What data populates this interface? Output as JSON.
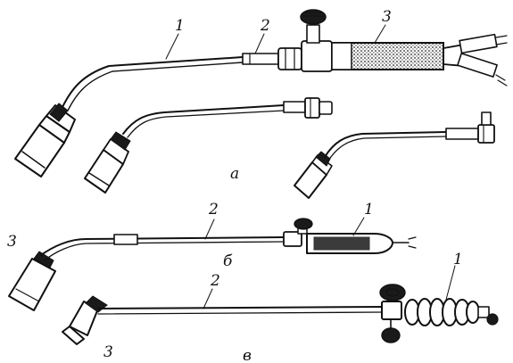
{
  "figure": {
    "top_group": {
      "labels": [
        "1",
        "2",
        "3"
      ],
      "caption": "а"
    },
    "middle_group": {
      "labels": [
        "2",
        "1",
        "3"
      ],
      "caption": "б"
    },
    "bottom_group": {
      "labels": [
        "1",
        "2",
        "3"
      ],
      "caption": "в"
    }
  },
  "colors": {
    "ink": "#111111",
    "paper": "#ffffff"
  }
}
